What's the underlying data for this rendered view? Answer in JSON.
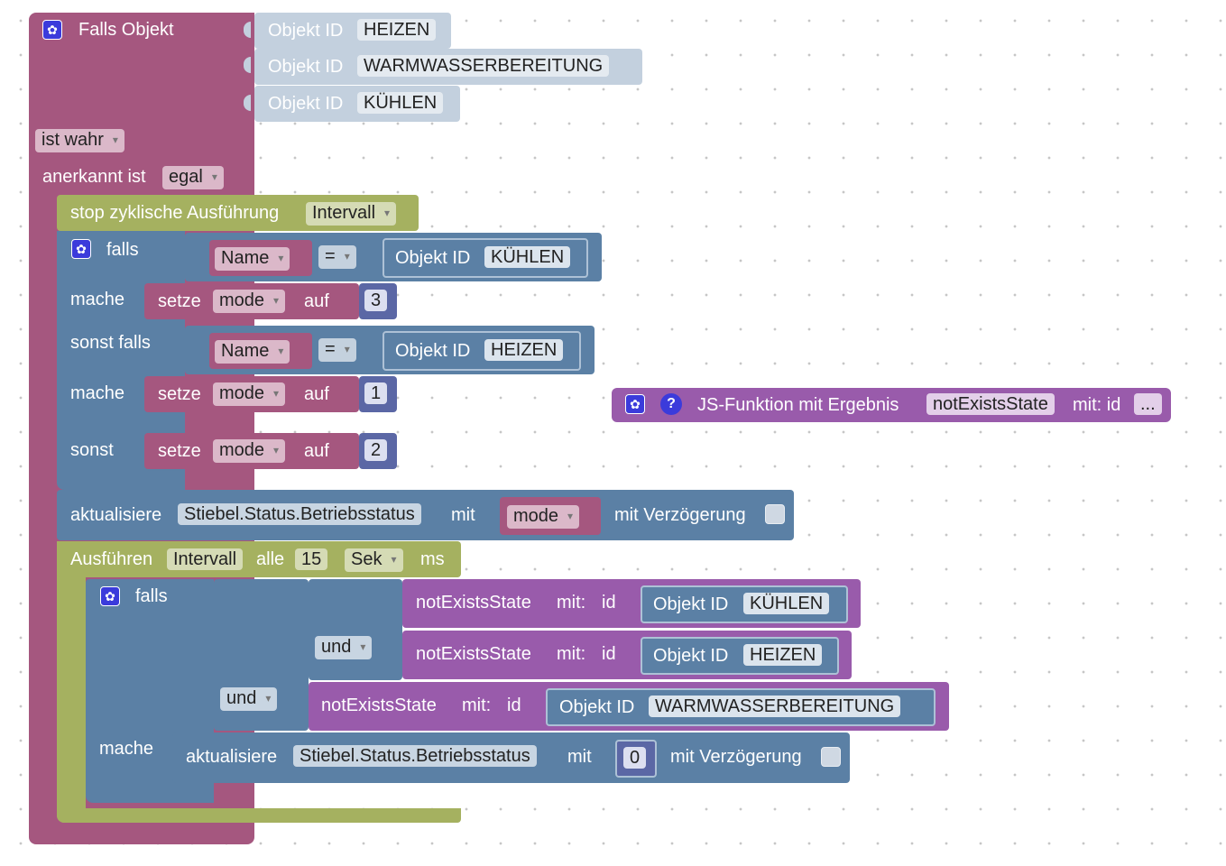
{
  "trigger": {
    "label": "Falls Objekt",
    "object_id_label": "Objekt ID",
    "objects": [
      "HEIZEN",
      "WARMWASSERBEREITUNG",
      "KÜHLEN"
    ],
    "condition_value": "ist wahr",
    "ack_label": "anerkannt ist",
    "ack_value": "egal"
  },
  "stop": {
    "label": "stop zyklische Ausführung",
    "value": "Intervall"
  },
  "if1": {
    "falls": "falls",
    "mache": "mache",
    "sonst_falls": "sonst falls",
    "sonst": "sonst",
    "cond1": {
      "left": "Name",
      "op": "=",
      "obj_label": "Objekt ID",
      "obj": "KÜHLEN"
    },
    "cond2": {
      "left": "Name",
      "op": "=",
      "obj_label": "Objekt ID",
      "obj": "HEIZEN"
    },
    "set_label": "setze",
    "var": "mode",
    "auf": "auf",
    "values": [
      "3",
      "1",
      "2"
    ]
  },
  "update1": {
    "label": "aktualisiere",
    "state": "Stiebel.Status.Betriebsstatus",
    "mit": "mit",
    "value": "mode",
    "delay_label": "mit Verzögerung"
  },
  "interval": {
    "label": "Ausführen",
    "name": "Intervall",
    "alle": "alle",
    "value": "15",
    "unit": "Sek",
    "ms": "ms"
  },
  "if2": {
    "falls": "falls",
    "mache": "mache",
    "und": "und",
    "fn": "notExistsState",
    "mit": "mit:",
    "id": "id",
    "obj_label": "Objekt ID",
    "objs": [
      "KÜHLEN",
      "HEIZEN",
      "WARMWASSERBEREITUNG"
    ]
  },
  "update2": {
    "label": "aktualisiere",
    "state": "Stiebel.Status.Betriebsstatus",
    "mit": "mit",
    "value": "0",
    "delay_label": "mit Verzögerung"
  },
  "jsfunc": {
    "label": "JS-Funktion mit Ergebnis",
    "name": "notExistsState",
    "mit": "mit: id",
    "more": "..."
  },
  "colors": {
    "event": "#a5577f",
    "object": "#c3d0de",
    "timer": "#a5b160",
    "logic": "#5b80a5",
    "variable": "#a5577f",
    "number": "#5b67a5",
    "function": "#995bab",
    "action": "#5b80a5"
  }
}
